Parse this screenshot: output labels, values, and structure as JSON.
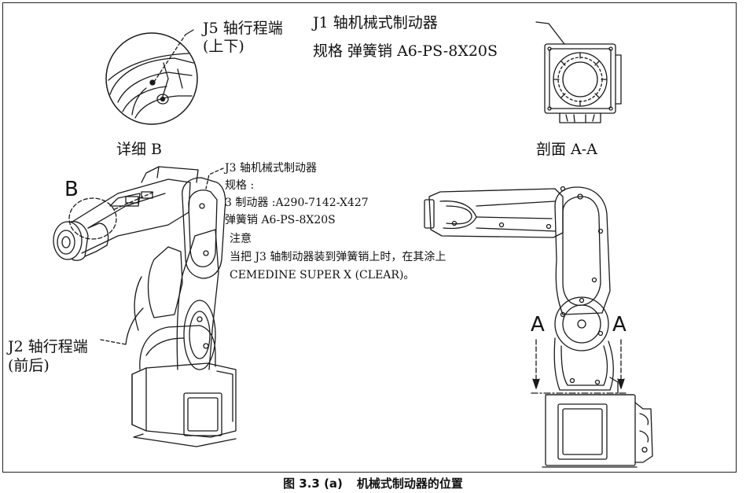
{
  "detail_b": {
    "j5_label_line1": "J5 轴行程端",
    "j5_label_line2": "(上下)",
    "title": "详细 B"
  },
  "j1": {
    "label": "J1 轴机械式制动器",
    "spec": "规格  弹簧销  A6-PS-8X20S"
  },
  "section_aa": {
    "title": "剖面 A-A",
    "marker_left": "A",
    "marker_right": "A"
  },
  "j3": {
    "title": "J3 轴机械式制动器",
    "spec_label": "规格 :",
    "brake_line": "3 制动器 :A290-7142-X427",
    "pin_line": "弹簧销  A6-PS-8X20S",
    "note_title": "注意",
    "note_line1": "当把 J3 轴制动器装到弹簧销上时，在其涂上",
    "note_line2": "CEMEDINE SUPER X (CLEAR)。"
  },
  "view_marker_b": "B",
  "j2": {
    "line1": "J2 轴行程端",
    "line2": "(前后)"
  },
  "caption": {
    "figure_no": "图 3.3 (a)",
    "title": "机械式制动器的位置"
  }
}
